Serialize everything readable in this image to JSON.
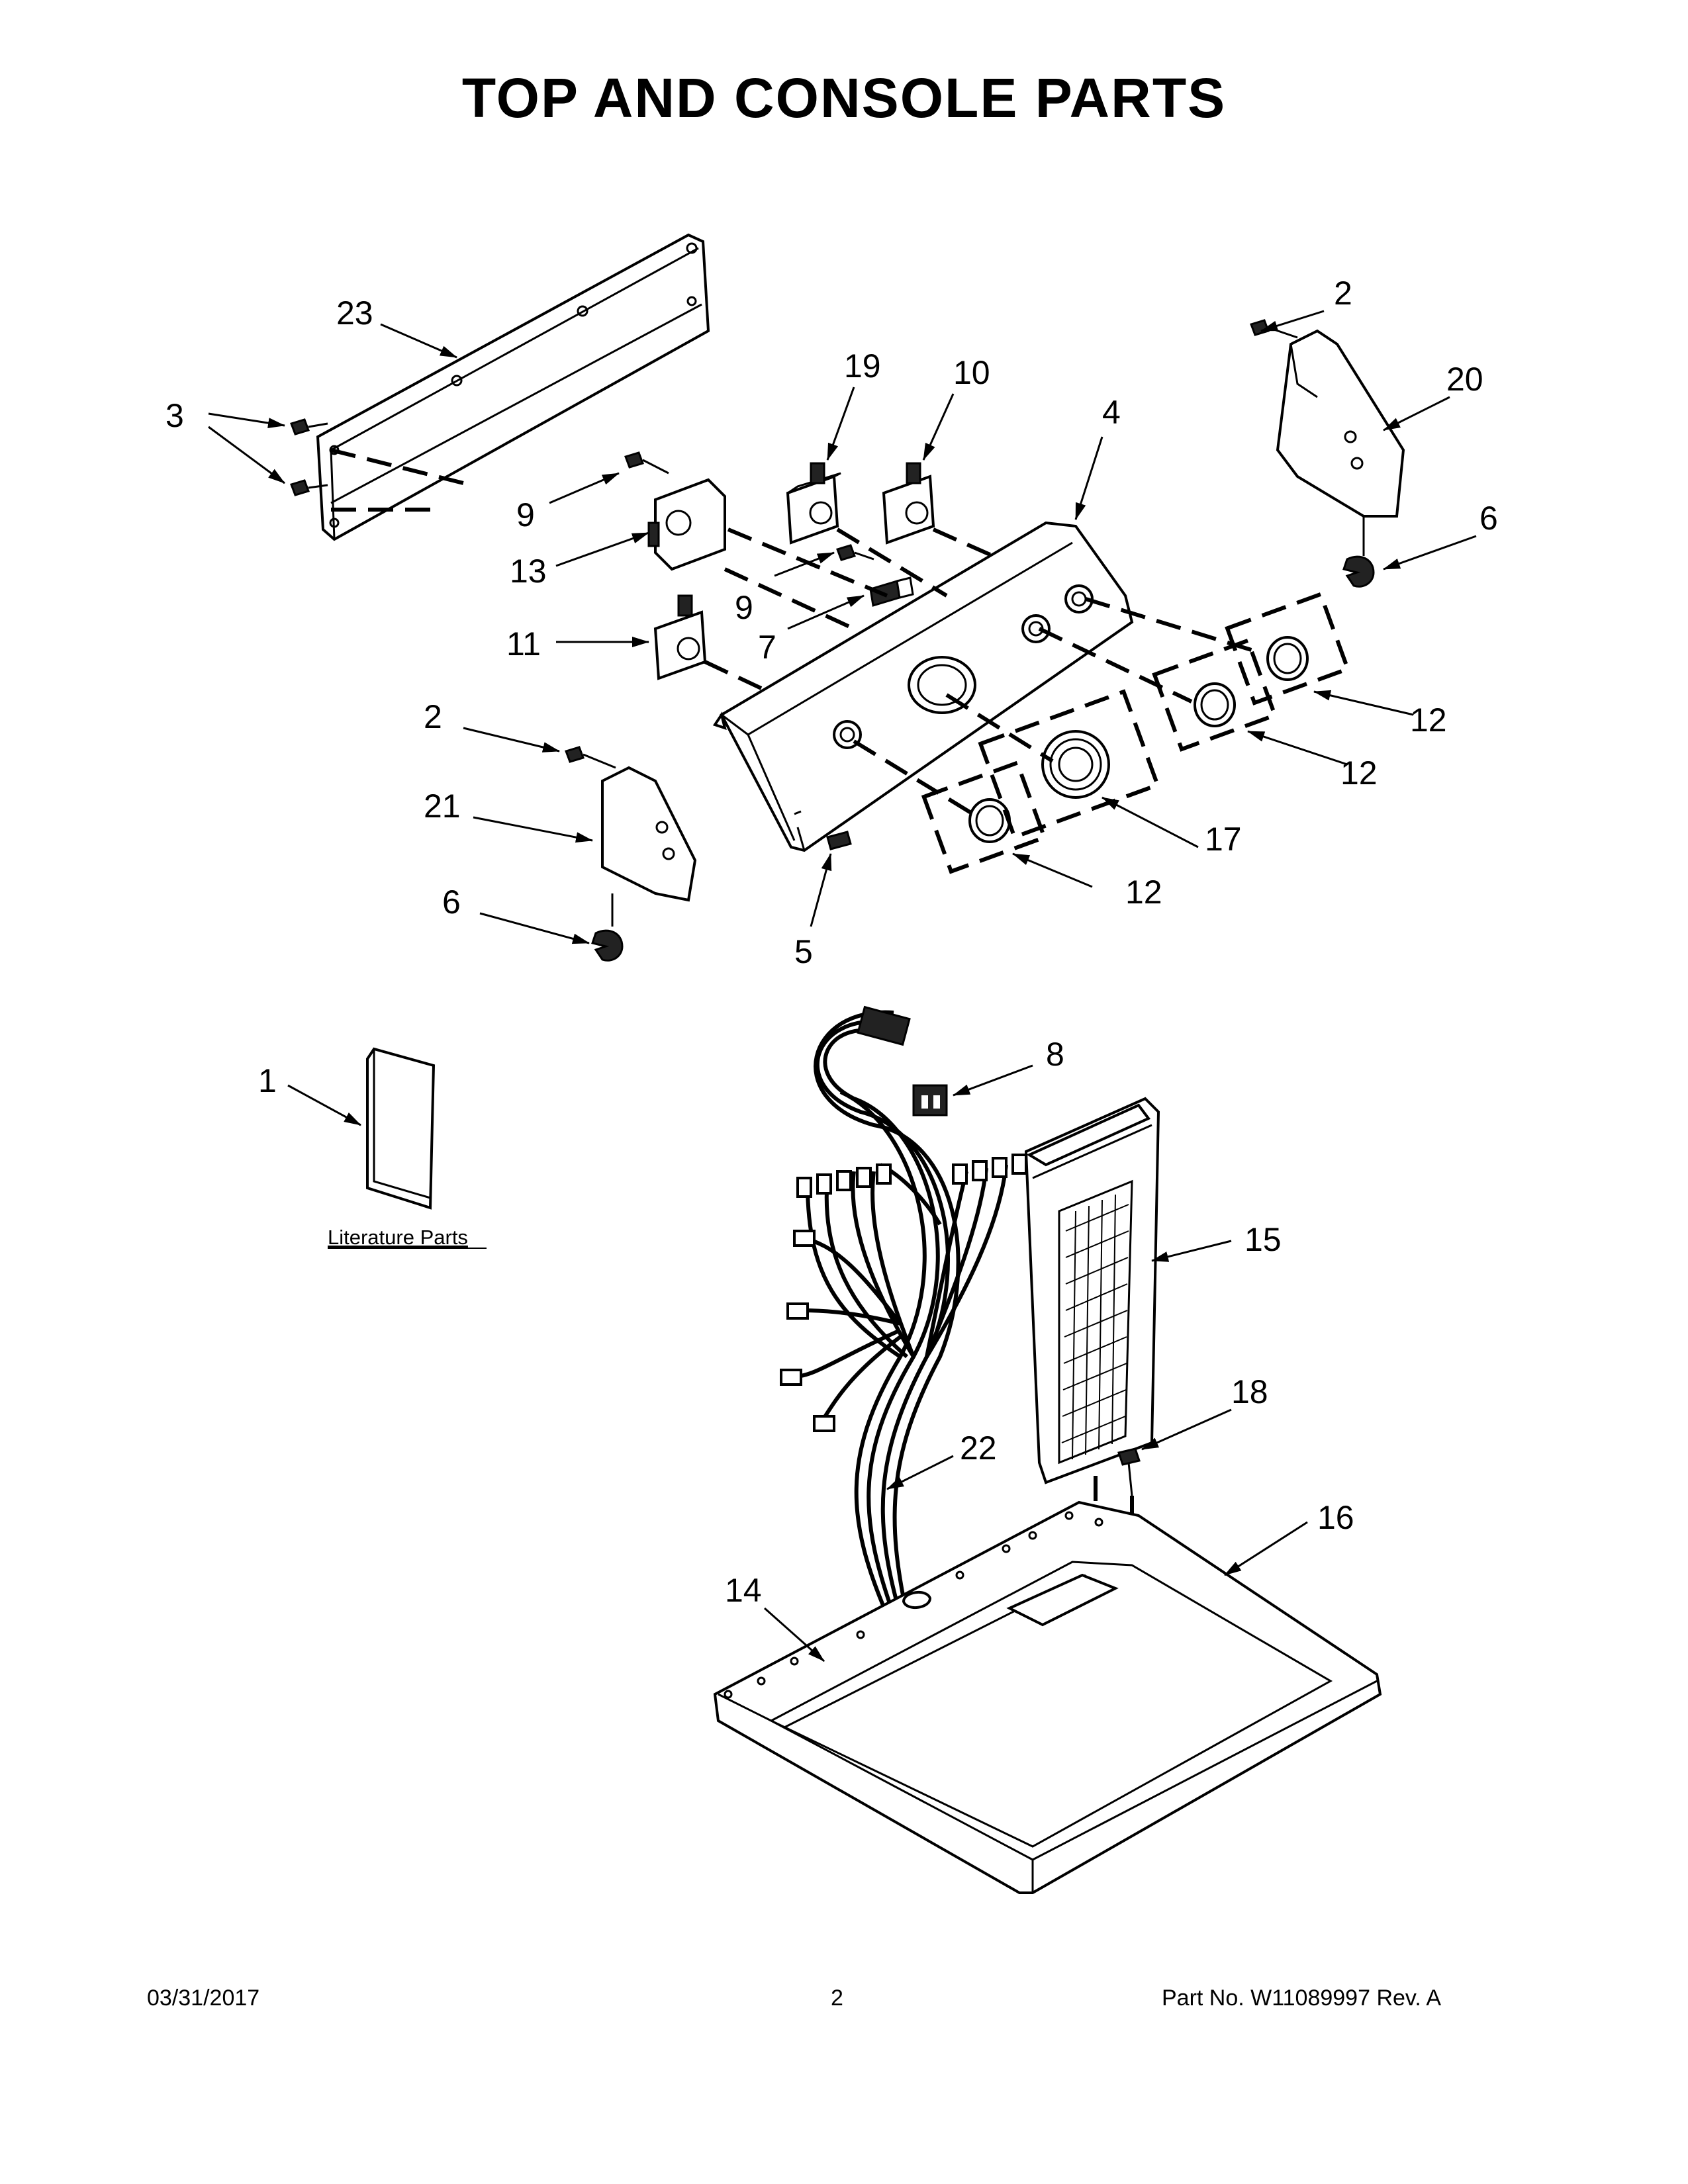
{
  "title": "TOP AND CONSOLE PARTS",
  "literature_label": "Literature Parts",
  "footer": {
    "date": "03/31/2017",
    "page": "2",
    "part_no": "Part No.  W11089997  Rev.  A"
  },
  "callouts": {
    "c1": "1",
    "c2a": "2",
    "c2b": "2",
    "c3": "3",
    "c4": "4",
    "c5": "5",
    "c6a": "6",
    "c6b": "6",
    "c7": "7",
    "c8": "8",
    "c9a": "9",
    "c9b": "9",
    "c10": "10",
    "c11": "11",
    "c12a": "12",
    "c12b": "12",
    "c12c": "12",
    "c13": "13",
    "c14": "14",
    "c15": "15",
    "c16": "16",
    "c17": "17",
    "c18": "18",
    "c19": "19",
    "c20": "20",
    "c21": "21",
    "c22": "22",
    "c23": "23"
  }
}
